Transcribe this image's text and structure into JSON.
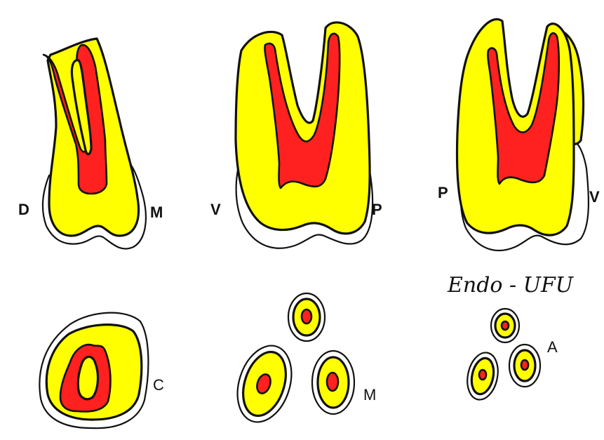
{
  "colors": {
    "dentin": "#ffff00",
    "pulp": "#ff2020",
    "outline": "#111111",
    "background": "#ffffff"
  },
  "views": {
    "left": {
      "label_left": "D",
      "label_right": "M"
    },
    "center": {
      "label_left": "V",
      "label_right": "P"
    },
    "right": {
      "label_left": "P",
      "label_right": "V"
    }
  },
  "sections": {
    "left": {
      "label": "C"
    },
    "center": {
      "label": "M"
    },
    "right": {
      "label": "A"
    }
  },
  "watermark": "Endo - UFU"
}
